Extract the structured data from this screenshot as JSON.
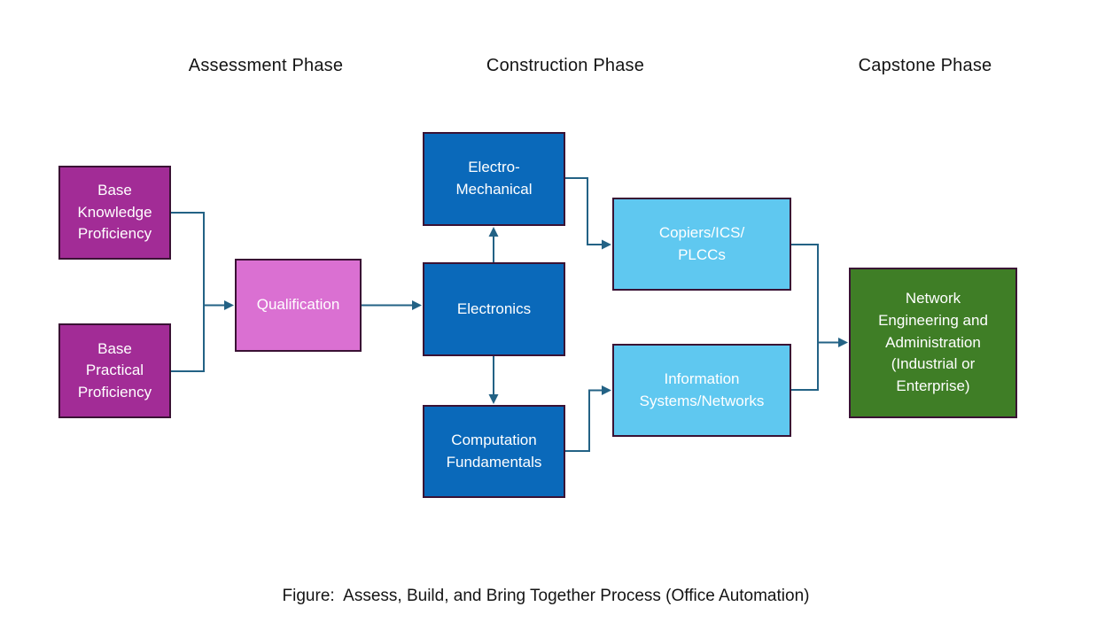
{
  "diagram": {
    "phases": {
      "assessment": {
        "label": "Assessment Phase"
      },
      "construction": {
        "label": "Construction Phase"
      },
      "capstone": {
        "label": "Capstone Phase"
      }
    },
    "nodes": {
      "base_knowledge": {
        "label": "Base\nKnowledge\nProficiency",
        "fill": "#a22c96"
      },
      "base_practical": {
        "label": "Base\nPractical\nProficiency",
        "fill": "#a22c96"
      },
      "qualification": {
        "label": "Qualification",
        "fill": "#da70d2"
      },
      "electro_mech": {
        "label": "Electro-\nMechanical",
        "fill": "#0a69ba"
      },
      "electronics": {
        "label": "Electronics",
        "fill": "#0a69ba"
      },
      "computation": {
        "label": "Computation\nFundamentals",
        "fill": "#0a69ba"
      },
      "copiers": {
        "label": "Copiers/ICS/\nPLCCs",
        "fill": "#5fc8f0"
      },
      "info_systems": {
        "label": "Information\nSystems/Networks",
        "fill": "#5fc8f0"
      },
      "network_eng": {
        "label": "Network\nEngineering and\nAdministration\n(Industrial or\nEnterprise)",
        "fill": "#3f7e26"
      }
    },
    "colors": {
      "node_border": "#3a1234",
      "connector": "#236285",
      "text_on_node": "#ffffff",
      "heading_text": "#141414"
    },
    "caption": "Figure:  Assess, Build, and Bring Together Process (Office Automation)"
  }
}
